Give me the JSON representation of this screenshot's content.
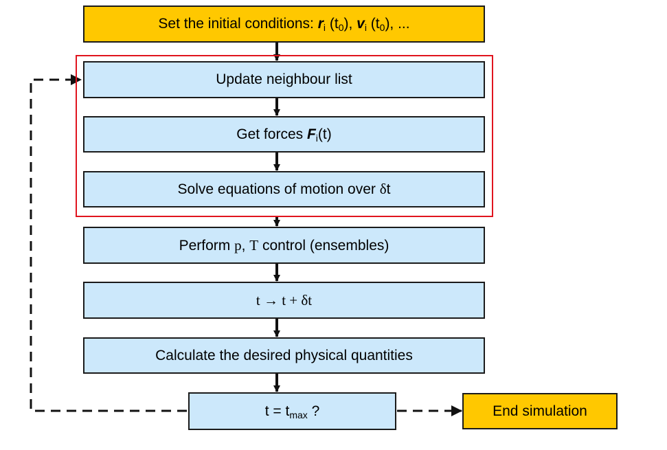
{
  "nodes": {
    "init": {
      "prefix": "Set the initial conditions: ",
      "r_symbol": "r",
      "r_sub": "i",
      "r_arg_open": " (t",
      "r_arg_sub": "0",
      "r_arg_close": "), ",
      "v_symbol": "v",
      "v_sub": "i",
      "v_arg_open": " (t",
      "v_arg_sub": "0",
      "v_arg_close": "), ..."
    },
    "neighbour": {
      "label": "Update neighbour list"
    },
    "forces": {
      "prefix": "Get forces ",
      "symbol": "F",
      "sub": "i",
      "suffix": "(t)"
    },
    "motion": {
      "prefix": "Solve equations of motion over ",
      "delta": "δ",
      "suffix": "t"
    },
    "control": {
      "prefix": "Perform ",
      "p": "p",
      "sep": ", ",
      "T": "T",
      "suffix": " control (ensembles)"
    },
    "timestep": {
      "text": "t → t + δt"
    },
    "calculate": {
      "label": "Calculate the desired physical quantities"
    },
    "check": {
      "prefix": "t = t",
      "sub": "max",
      "suffix": " ?"
    },
    "end": {
      "label": "End simulation"
    }
  },
  "colors": {
    "process_fill": "#cce8fb",
    "terminal_fill": "#ffc800",
    "group_border": "#e0141e",
    "arrow": "#111111"
  }
}
